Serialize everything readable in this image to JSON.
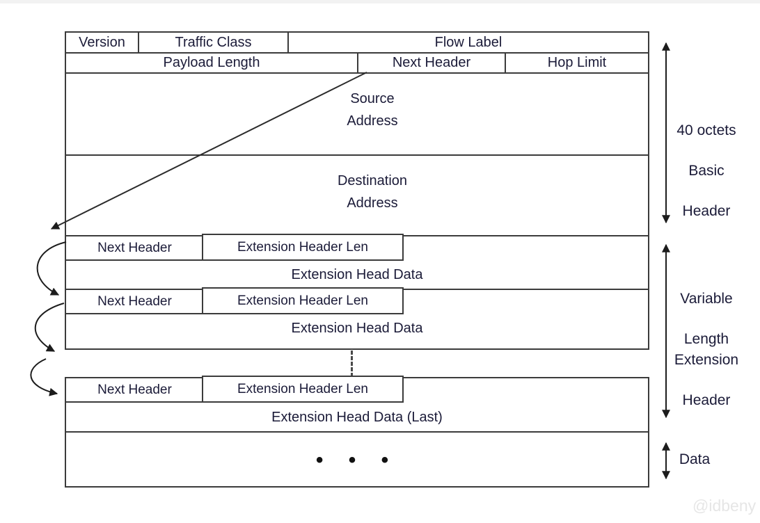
{
  "page": {
    "background": "#ffffff",
    "top_strip_color": "#f2f2f2"
  },
  "header_table": {
    "row1": {
      "version": "Version",
      "traffic_class": "Traffic Class",
      "flow_label": "Flow Label"
    },
    "row2": {
      "payload_length": "Payload Length",
      "next_header": "Next Header",
      "hop_limit": "Hop Limit"
    },
    "source_address_line1": "Source",
    "source_address_line2": "Address",
    "destination_address_line1": "Destination",
    "destination_address_line2": "Address"
  },
  "extension_headers": [
    {
      "next_header": "Next Header",
      "header_len": "Extension Header Len",
      "data": "Extension Head Data"
    },
    {
      "next_header": "Next Header",
      "header_len": "Extension Header Len",
      "data": "Extension Head Data"
    },
    {
      "next_header": "Next Header",
      "header_len": "Extension Header Len",
      "data": "Extension Head Data (Last)"
    }
  ],
  "payload": {
    "ellipsis": "• • •"
  },
  "annotations": {
    "basic_header": [
      "40 octets",
      "Basic",
      "Header"
    ],
    "variable_length": [
      "Variable",
      "Length"
    ],
    "extension_header": [
      "Extension",
      "Header"
    ],
    "data_label": "Data"
  },
  "watermark": "@idbeny",
  "colors": {
    "line": "#3b3b3b",
    "text": "#1b1b38",
    "arrow": "#1c1c1c",
    "watermark": "#e6e6e6"
  }
}
